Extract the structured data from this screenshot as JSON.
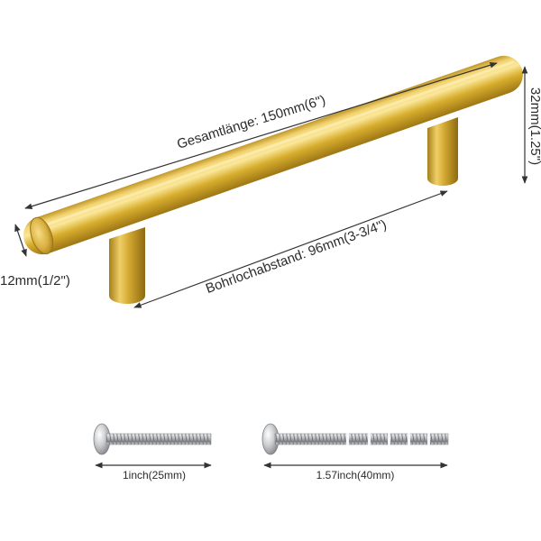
{
  "dimensions": {
    "total_length": "Gesamtlänge: 150mm(6\")",
    "hole_spacing": "Bohrlochabstand: 96mm(3-3/4\")",
    "height": "32mm(1.25\")",
    "diameter": "12mm(1/2\")"
  },
  "screws": {
    "short_length": "1inch(25mm)",
    "long_length": "1.57inch(40mm)"
  },
  "colors": {
    "gold_light": "#f3d572",
    "gold_mid": "#d8ae2e",
    "gold_dark": "#9a7313",
    "chrome": "#c7c9cc",
    "line": "#333333"
  }
}
